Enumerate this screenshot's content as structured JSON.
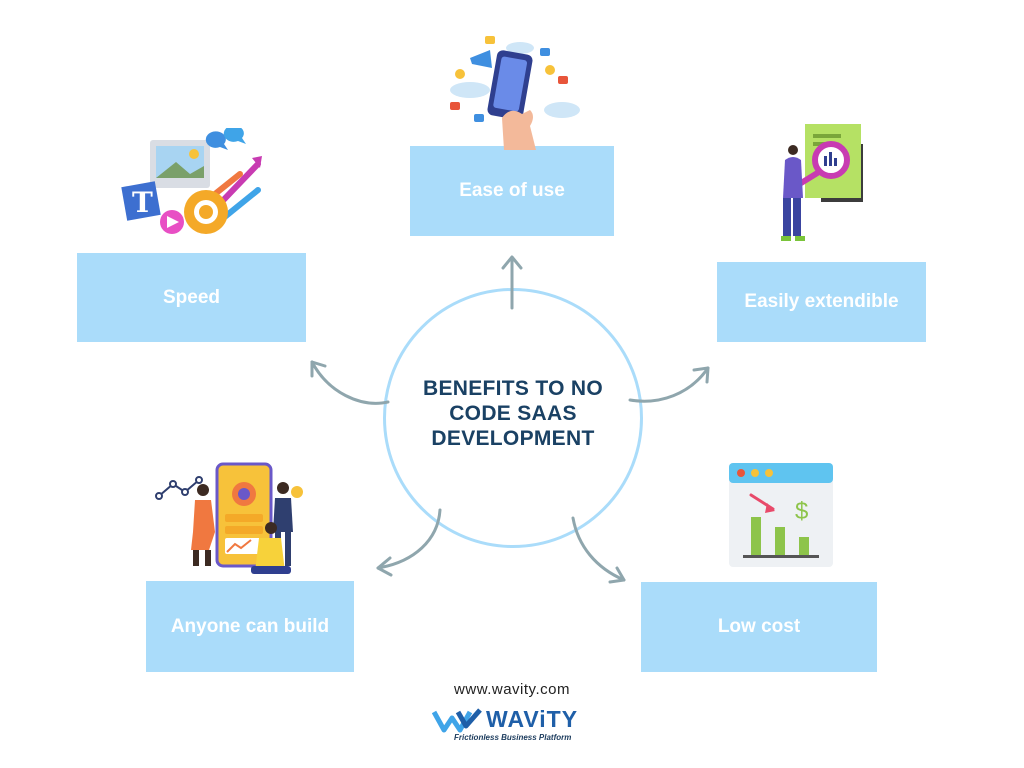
{
  "center": {
    "title": "BENEFITS TO NO CODE SAAS DEVELOPMENT"
  },
  "benefits": [
    {
      "label": "Ease of use"
    },
    {
      "label": "Speed"
    },
    {
      "label": "Easily extendible"
    },
    {
      "label": "Anyone can build"
    },
    {
      "label": "Low cost"
    }
  ],
  "footer": {
    "website": "www.wavity.com",
    "logo_name": "WAViTY",
    "tagline": "Frictionless Business Platform"
  },
  "colors": {
    "box_fill": "#aadcfa",
    "box_text": "#ffffff",
    "title_text": "#1a4164",
    "arrow": "#8fa6ad",
    "logo_blue": "#1f5fa8"
  },
  "icons": {
    "ease": "hand-phone-megaphone-icon",
    "speed": "content-gears-arrows-icon",
    "extendible": "person-magnifier-document-icon",
    "anyone": "team-app-builder-icon",
    "cost": "declining-cost-chart-icon"
  }
}
